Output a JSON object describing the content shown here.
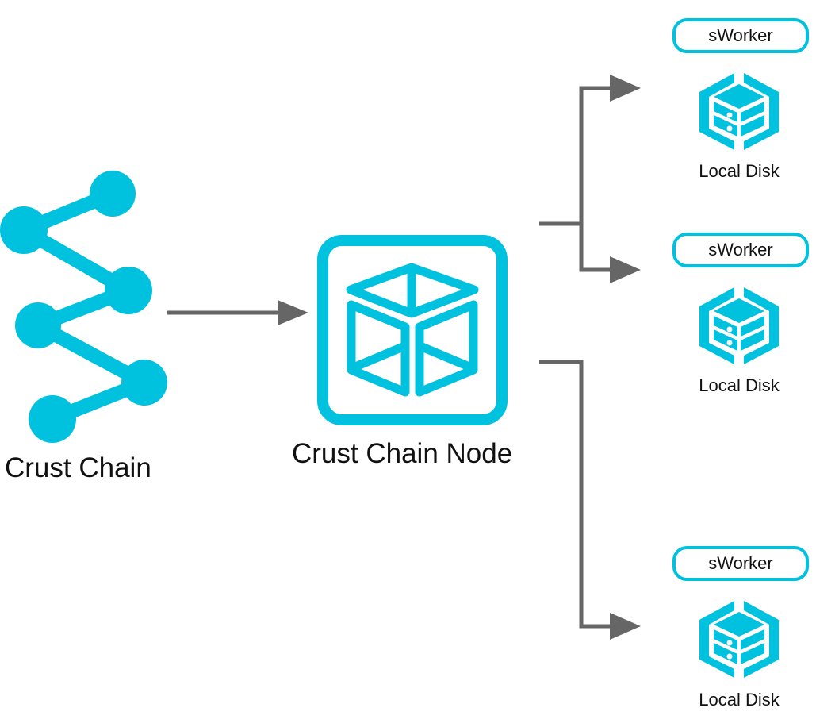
{
  "colors": {
    "accent": "#00c1de",
    "connector": "#666666",
    "text": "#111111"
  },
  "diagram": {
    "source": {
      "label": "Crust Chain",
      "icon": "chain-icon"
    },
    "node": {
      "label": "Crust Chain Node",
      "icon": "cube-icon"
    },
    "workers": [
      {
        "badge": "sWorker",
        "storage_label": "Local Disk",
        "icon": "disk-icon"
      },
      {
        "badge": "sWorker",
        "storage_label": "Local Disk",
        "icon": "disk-icon"
      },
      {
        "badge": "sWorker",
        "storage_label": "Local Disk",
        "icon": "disk-icon"
      }
    ],
    "edges": [
      {
        "from": "Crust Chain",
        "to": "Crust Chain Node"
      },
      {
        "from": "Crust Chain Node",
        "to": "sWorker 1"
      },
      {
        "from": "Crust Chain Node",
        "to": "sWorker 2"
      },
      {
        "from": "Crust Chain Node",
        "to": "sWorker 3"
      }
    ]
  }
}
